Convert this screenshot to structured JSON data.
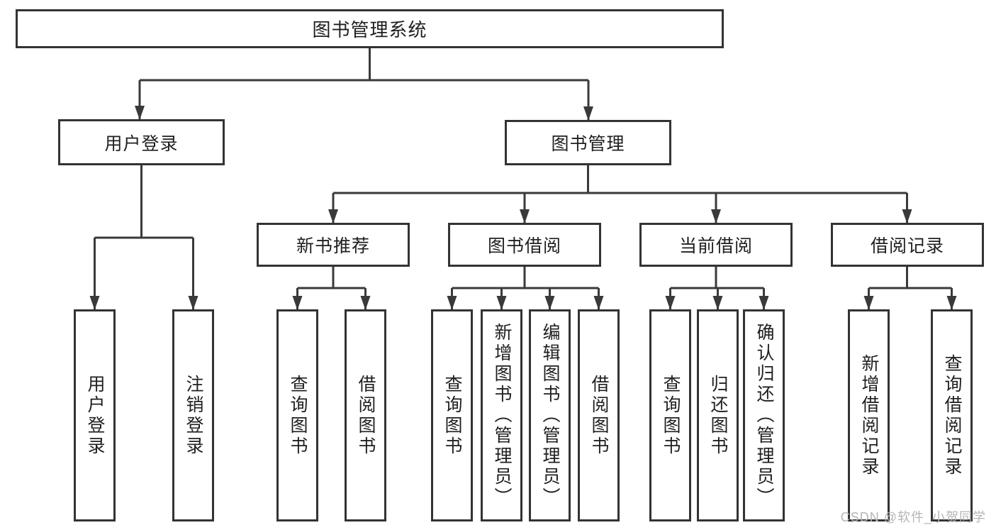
{
  "colors": {
    "background": "#ffffff",
    "line": "#3a3a3a",
    "box_border": "#333333",
    "text": "#1f1f1f",
    "watermark": "#b5b5b5"
  },
  "root": {
    "label": "图书管理系统",
    "children": [
      {
        "label": "用户登录",
        "children": [
          "用户登录",
          "注销登录"
        ]
      },
      {
        "label": "图书管理",
        "children": [
          {
            "label": "新书推荐",
            "children": [
              "查询图书",
              "借阅图书"
            ]
          },
          {
            "label": "图书借阅",
            "children": [
              "查询图书",
              "新增图书（管理员）",
              "编辑图书（管理员）",
              "借阅图书"
            ]
          },
          {
            "label": "当前借阅",
            "children": [
              "查询图书",
              "归还图书",
              "确认归还（管理员）"
            ]
          },
          {
            "label": "借阅记录",
            "children": [
              "新增借阅记录",
              "查询借阅记录"
            ]
          }
        ]
      }
    ]
  },
  "watermark": {
    "text": "CSDN @软件_小贺同学"
  }
}
